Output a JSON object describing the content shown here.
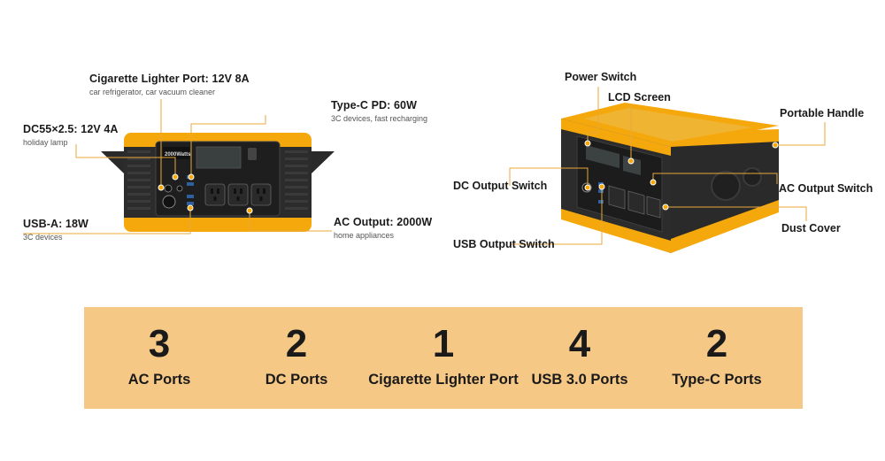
{
  "left_labels": {
    "cig": {
      "title": "Cigarette Lighter Port: 12V 8A",
      "sub": "car refrigerator, car vacuum cleaner"
    },
    "typec": {
      "title": "Type-C PD: 60W",
      "sub": "3C devices, fast recharging"
    },
    "dc": {
      "title": "DC55×2.5: 12V 4A",
      "sub": "holiday lamp"
    },
    "usba": {
      "title": "USB-A: 18W",
      "sub": "3C devices"
    },
    "ac": {
      "title": "AC Output: 2000W",
      "sub": "home appliances"
    }
  },
  "right_labels": {
    "power_switch": "Power Switch",
    "lcd_screen": "LCD Screen",
    "portable_handle": "Portable Handle",
    "dc_output_switch": "DC Output Switch",
    "ac_output_switch": "AC Output Switch",
    "usb_output_switch": "USB Output Switch",
    "dust_cover": "Dust Cover"
  },
  "device_screen_text": "2000Watts",
  "stats": [
    {
      "number": "3",
      "caption": "AC Ports"
    },
    {
      "number": "2",
      "caption": "DC Ports"
    },
    {
      "number": "1",
      "caption": "Cigarette Lighter Port"
    },
    {
      "number": "4",
      "caption": "USB 3.0 Ports"
    },
    {
      "number": "2",
      "caption": "Type-C Ports"
    }
  ],
  "colors": {
    "brand_yellow": "#f5a80c",
    "device_black": "#2a2a2a",
    "stats_bg": "#f6c886",
    "leader_line": "#e9a93a"
  }
}
